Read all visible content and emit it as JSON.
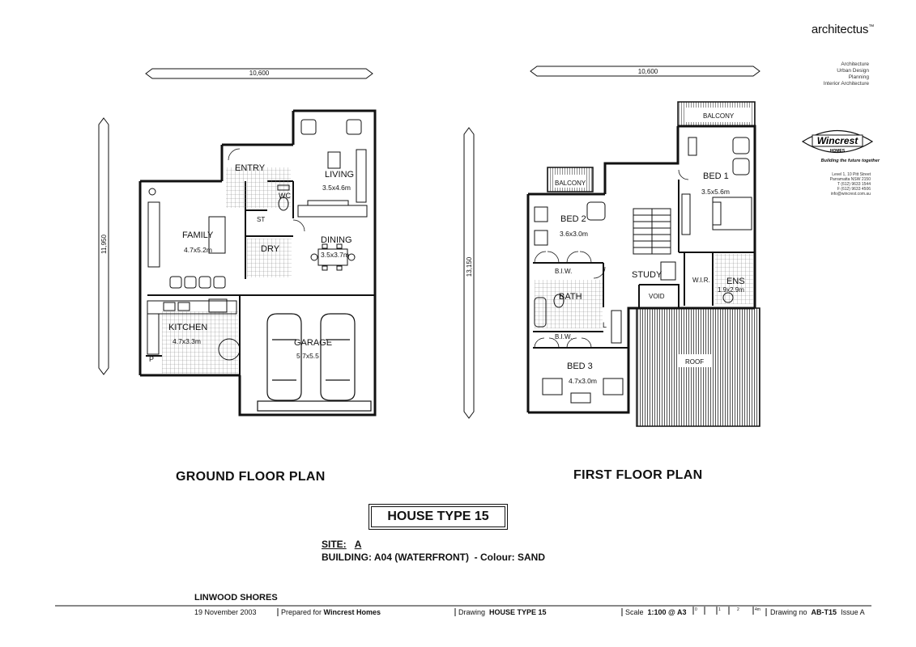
{
  "header": {
    "brand": "architectus",
    "tm": "™",
    "disciplines": [
      "Architecture",
      "Urban Design",
      "Planning",
      "Interior Architecture"
    ]
  },
  "logo": {
    "name": "Wincrest",
    "sub": "HOMES",
    "tagline": "Building the future together",
    "address": [
      "Level 1, 10 Pitt Street",
      "Parramatta NSW 2150",
      "T (612) 9633 1544",
      "F (612) 9633 4506",
      "info@wincrest.com.au"
    ]
  },
  "ground": {
    "title": "GROUND FLOOR PLAN",
    "dim_width": "10,600",
    "dim_depth": "11,950",
    "rooms": {
      "entry": "ENTRY",
      "living": "LIVING",
      "living_size": "3.5x4.6m",
      "wc": "WC",
      "st": "ST",
      "family": "FAMILY",
      "family_size": "4.7x5.2m",
      "dry": "DRY",
      "dining": "DINING",
      "dining_size": "3.5x3.7m",
      "kitchen": "KITCHEN",
      "kitchen_size": "4.7x3.3m",
      "p": "P",
      "garage": "GARAGE",
      "garage_size": "5.7x5.5"
    }
  },
  "first": {
    "title": "FIRST FLOOR PLAN",
    "dim_width": "10,600",
    "dim_depth": "13,150",
    "rooms": {
      "balcony1": "BALCONY",
      "balcony2": "BALCONY",
      "bed1": "BED 1",
      "bed1_size": "3.5x5.6m",
      "bed2": "BED 2",
      "bed2_size": "3.6x3.0m",
      "biw1": "B.I.W.",
      "study": "STUDY",
      "wir": "W.I.R.",
      "ens": "ENS",
      "ens_size": "1.9x2.9m",
      "void": "VOID",
      "bath": "BATH",
      "l": "L",
      "biw2": "B.I.W.",
      "roof": "ROOF",
      "bed3": "BED 3",
      "bed3_size": "4.7x3.0m"
    }
  },
  "house": {
    "type": "HOUSE TYPE 15",
    "site_label": "SITE:",
    "site_value": "A",
    "building": "BUILDING: A04 (WATERFRONT)",
    "colour": "- Colour: SAND"
  },
  "titleblock": {
    "project": "LINWOOD SHORES",
    "date": "19 November 2003",
    "prepared_label": "Prepared for",
    "prepared_value": "Wincrest Homes",
    "drawing_label": "Drawing",
    "drawing_value": "HOUSE TYPE 15",
    "scale_label": "Scale",
    "scale_value": "1:100 @ A3",
    "scale_ticks": [
      "0",
      "1",
      "2",
      "4m"
    ],
    "drawing_no_label": "Drawing no",
    "drawing_no_value": "AB-T15",
    "issue": "Issue A"
  },
  "colors": {
    "ink": "#111111",
    "tile": "#9a9a9a",
    "roof": "#6a6a6a"
  }
}
